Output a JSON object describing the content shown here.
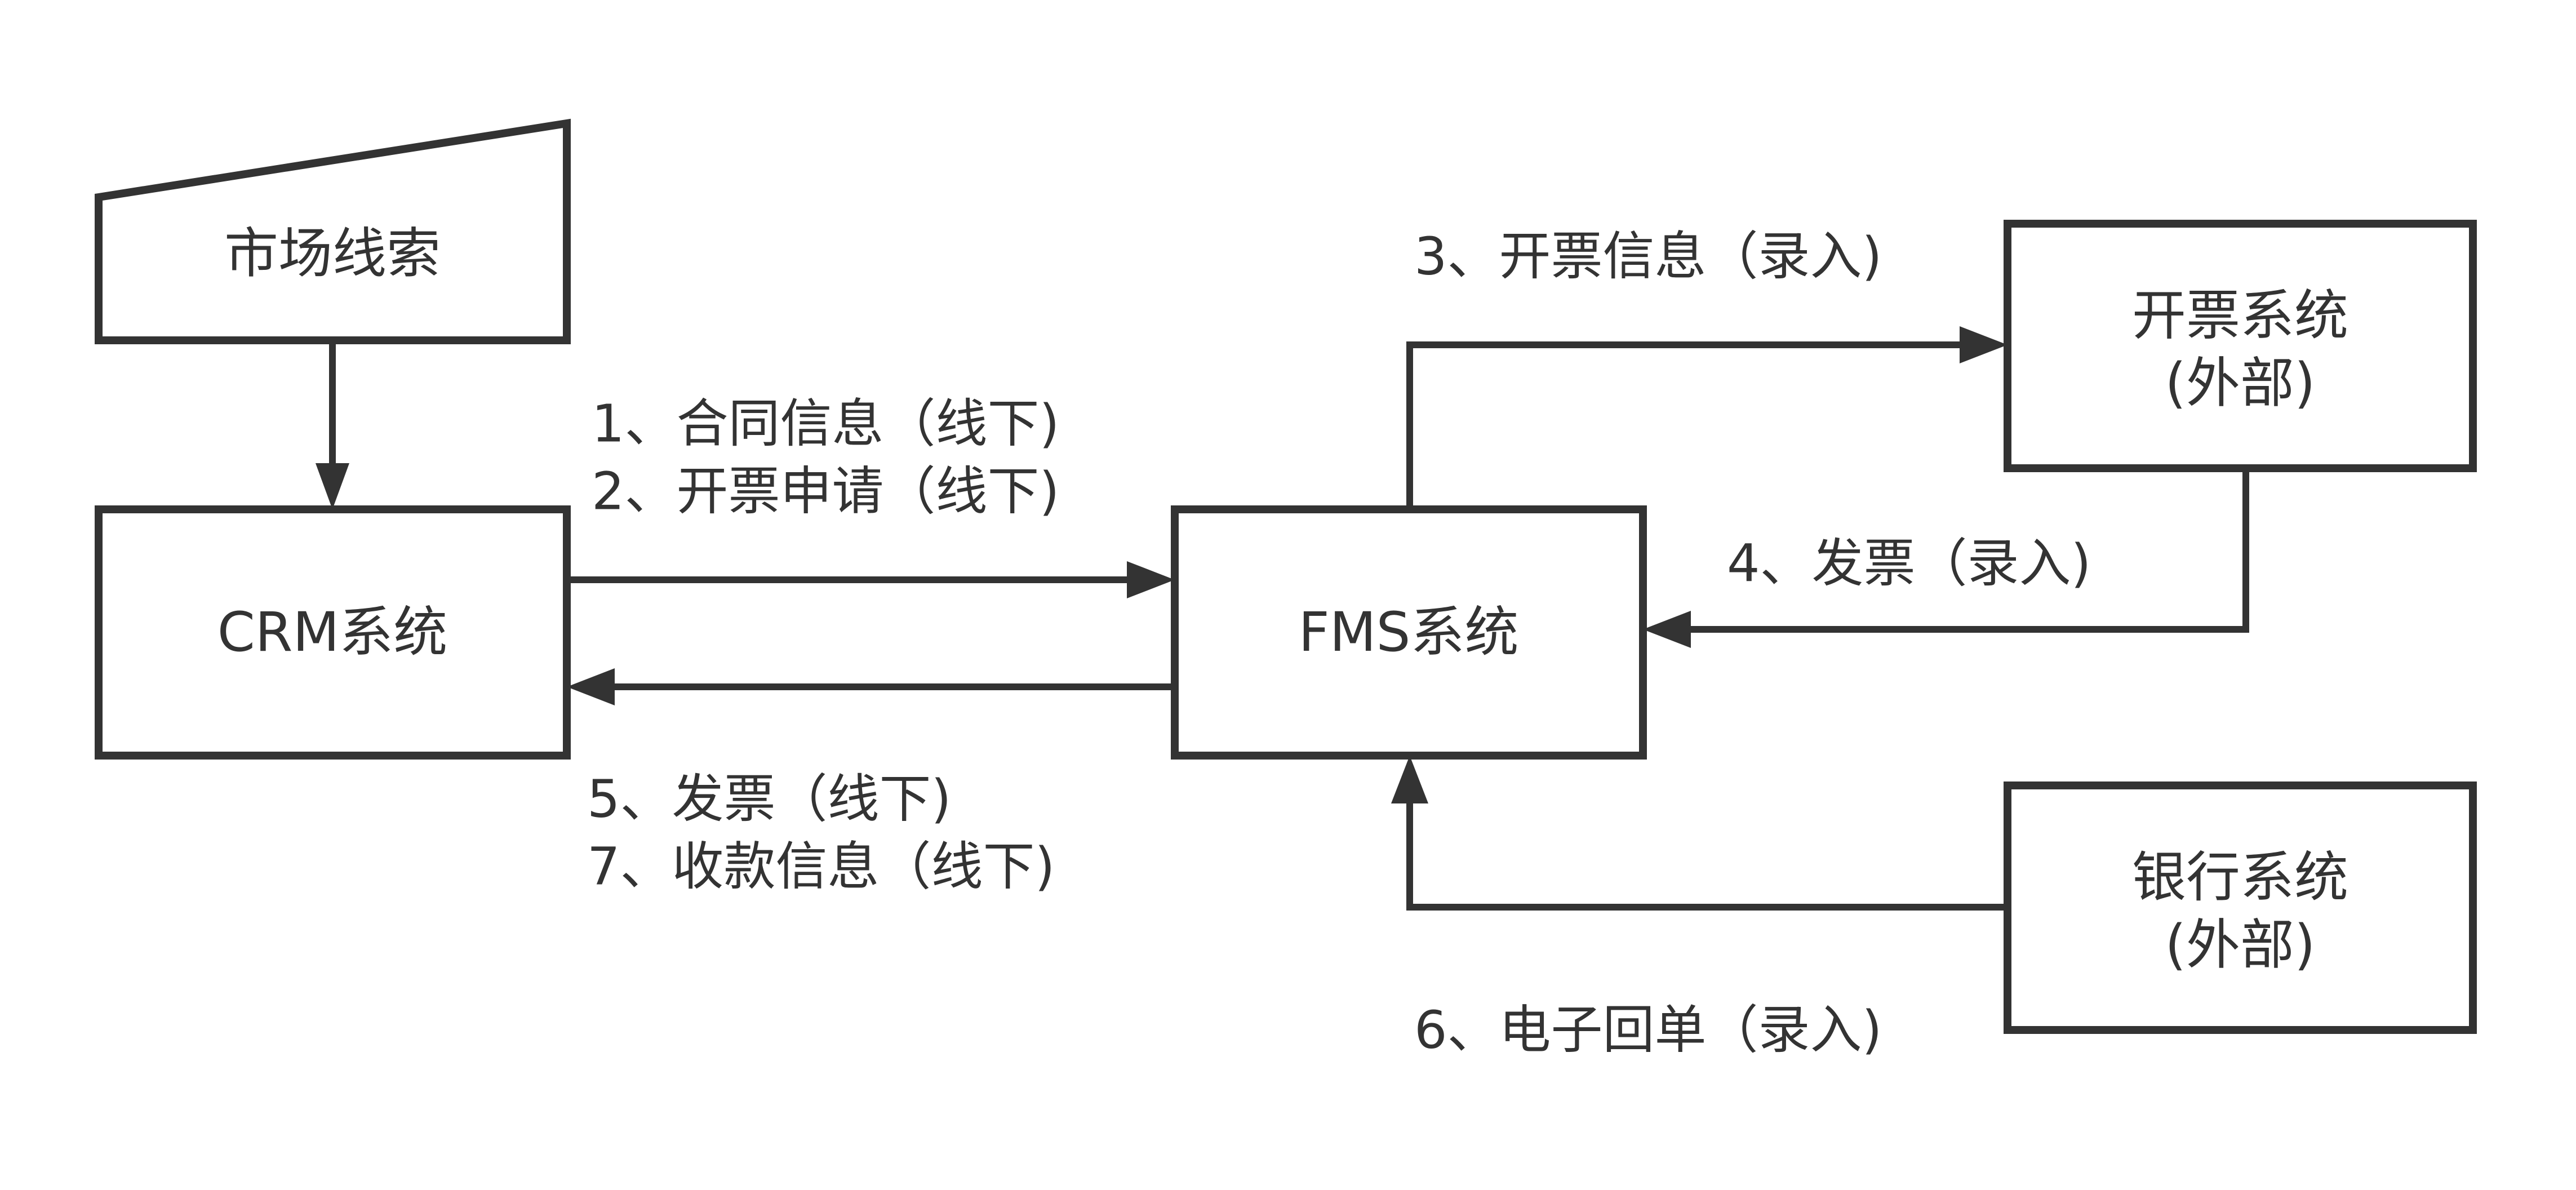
{
  "diagram": {
    "type": "flowchart",
    "nodes": [
      {
        "id": "market_leads",
        "shape": "manual-input",
        "lines": [
          "市场线索"
        ]
      },
      {
        "id": "crm",
        "shape": "rect",
        "lines": [
          "CRM系统"
        ]
      },
      {
        "id": "fms",
        "shape": "rect",
        "lines": [
          "FMS系统"
        ]
      },
      {
        "id": "invoice_system",
        "shape": "rect",
        "lines": [
          "开票系统",
          "(外部)"
        ]
      },
      {
        "id": "bank_system",
        "shape": "rect",
        "lines": [
          "银行系统",
          "(外部)"
        ]
      }
    ],
    "edges": [
      {
        "id": "leads_to_crm",
        "from": "market_leads",
        "to": "crm",
        "labels": []
      },
      {
        "id": "crm_to_fms",
        "from": "crm",
        "to": "fms",
        "labels": [
          "1、合同信息（线下)",
          "2、开票申请（线下)"
        ]
      },
      {
        "id": "fms_to_crm",
        "from": "fms",
        "to": "crm",
        "labels": [
          "5、发票（线下)",
          "7、收款信息（线下)"
        ]
      },
      {
        "id": "fms_to_invoice",
        "from": "fms",
        "to": "invoice_system",
        "labels": [
          "3、开票信息（录入)"
        ]
      },
      {
        "id": "invoice_to_fms",
        "from": "invoice_system",
        "to": "fms",
        "labels": [
          "4、发票（录入)"
        ]
      },
      {
        "id": "bank_to_fms",
        "from": "bank_system",
        "to": "fms",
        "labels": [
          "6、电子回单（录入)"
        ]
      }
    ],
    "colors": {
      "stroke": "#333333",
      "text": "#333333",
      "background": "#ffffff",
      "fill": "#ffffff"
    }
  }
}
